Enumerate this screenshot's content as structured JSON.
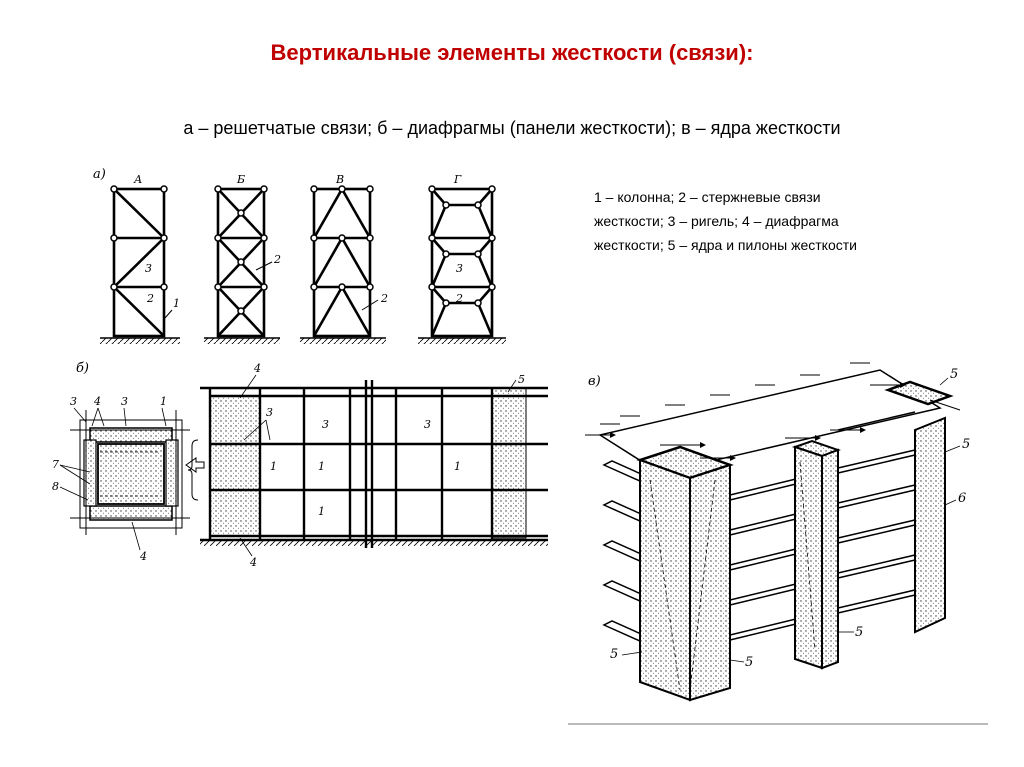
{
  "header": {
    "title": "Вертикальные элементы жесткости (связи):",
    "subtitle": "а – решетчатые связи;  б – диафрагмы (панели жесткости); в – ядра жесткости"
  },
  "legend": {
    "line1": "1 – колонна;  2 – стержневые связи",
    "line2": "жесткости;  3 – ригель; 4 – диафрагма",
    "line3": "жесткости; 5 – ядра и пилоны жесткости"
  },
  "figure_a": {
    "label": "а)",
    "frames": [
      {
        "letter": "А",
        "callouts": [
          "3",
          "2",
          "1"
        ]
      },
      {
        "letter": "Б",
        "callouts": [
          "2"
        ]
      },
      {
        "letter": "В",
        "callouts": [
          "2"
        ]
      },
      {
        "letter": "Г",
        "callouts": [
          "3",
          "2"
        ]
      }
    ]
  },
  "figure_b": {
    "label": "б)",
    "plan_callouts": [
      "3",
      "4",
      "3",
      "1",
      "7",
      "8",
      "4"
    ],
    "elev_callouts": [
      "4",
      "3",
      "1",
      "1",
      "1",
      "3",
      "3",
      "1",
      "4",
      "5"
    ]
  },
  "figure_c": {
    "label": "в)",
    "callouts": [
      "5",
      "5",
      "6",
      "5",
      "5",
      "5"
    ]
  },
  "colors": {
    "title": "#c00000",
    "ink": "#000000",
    "background": "#ffffff"
  }
}
